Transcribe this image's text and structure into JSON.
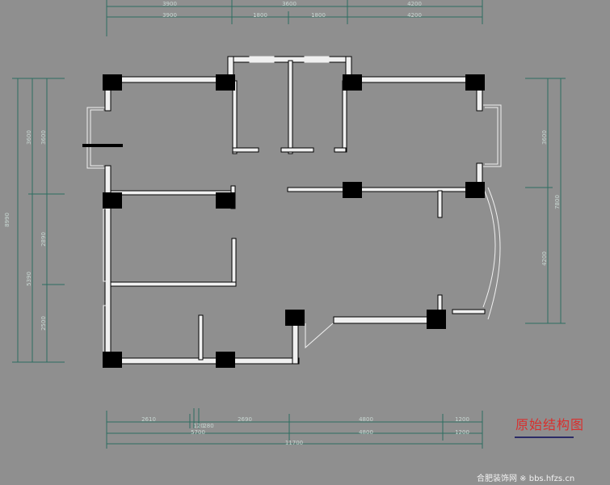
{
  "dimensions": {
    "top_row1": [
      "3900",
      "3600",
      "4200"
    ],
    "top_row2": [
      "3900",
      "1800",
      "1800",
      "4200"
    ],
    "bottom_row1": [
      "2610",
      "2690",
      "4800",
      "1200"
    ],
    "bottom_row2": [
      "5700",
      "4800",
      "1200"
    ],
    "bottom_small": [
      "120",
      "280"
    ],
    "bottom_total": "11700",
    "left_outer": "8990",
    "left_row1": [
      "3600",
      "5390"
    ],
    "left_row2": [
      "3600",
      "2890",
      "2500"
    ],
    "right_row1": [
      "3600",
      "4200"
    ],
    "right_row2": "7800"
  },
  "title": "原始结构图",
  "footer": "合肥装饰网 ※ bbs.hfzs.cn"
}
